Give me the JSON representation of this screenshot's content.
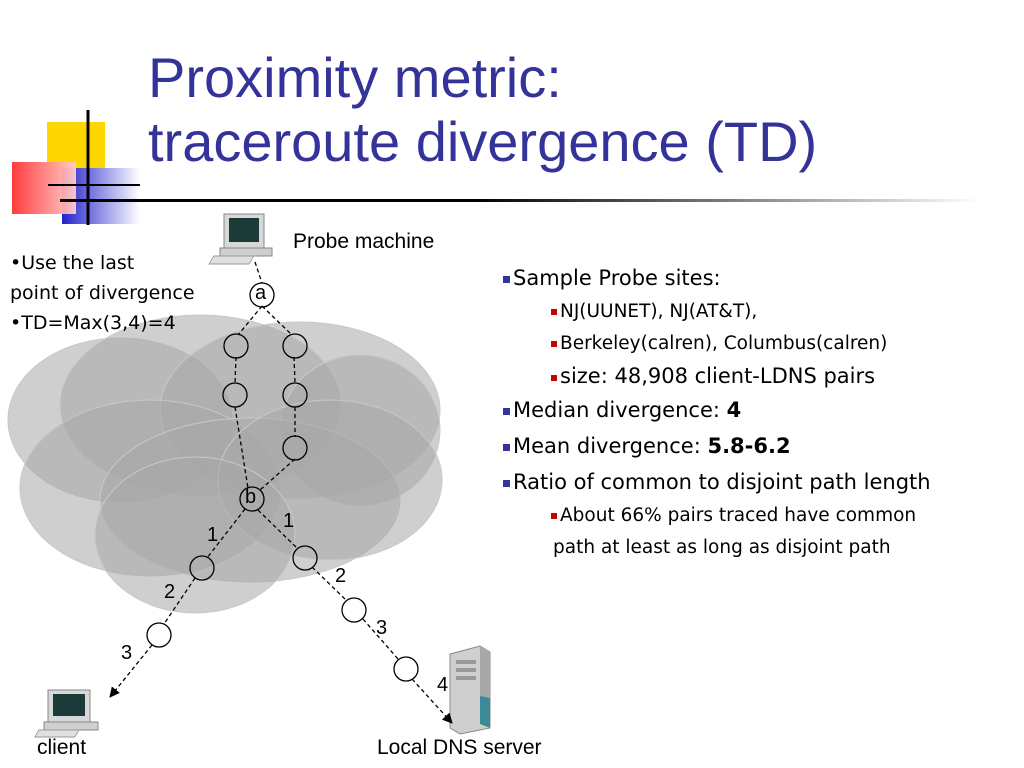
{
  "slide": {
    "title_line1": "Proximity metric:",
    "title_line2": "traceroute divergence (TD)"
  },
  "diagram": {
    "note_line1": "•Use the last",
    "note_line2": "point of divergence",
    "note_line3": "•TD=Max(3,4)=4",
    "probe_label": "Probe machine",
    "client_label": "client",
    "dns_label": "Local DNS server",
    "node_a": "a",
    "node_b": "b",
    "left_hops": [
      "1",
      "2",
      "3"
    ],
    "right_hops": [
      "1",
      "2",
      "3",
      "4"
    ]
  },
  "bullets": {
    "l1": "Sample Probe sites:",
    "l1_sub1": "NJ(UUNET), NJ(AT&T),",
    "l1_sub2": "Berkeley(calren), Columbus(calren)",
    "l1_sub3": "size: 48,908 client-LDNS pairs",
    "median_label": "Median divergence: ",
    "median_value": "4",
    "mean_label": "Mean divergence: ",
    "mean_value": "5.8-6.2",
    "ratio": "Ratio of common to disjoint path length",
    "ratio_sub1": "About 66% pairs traced have common",
    "ratio_sub2": "path at least as long as disjoint path"
  },
  "colors": {
    "title": "#333399",
    "bullet_main": "#333399",
    "bullet_sub": "#cc0000",
    "cloud": "#b0b0b0"
  }
}
